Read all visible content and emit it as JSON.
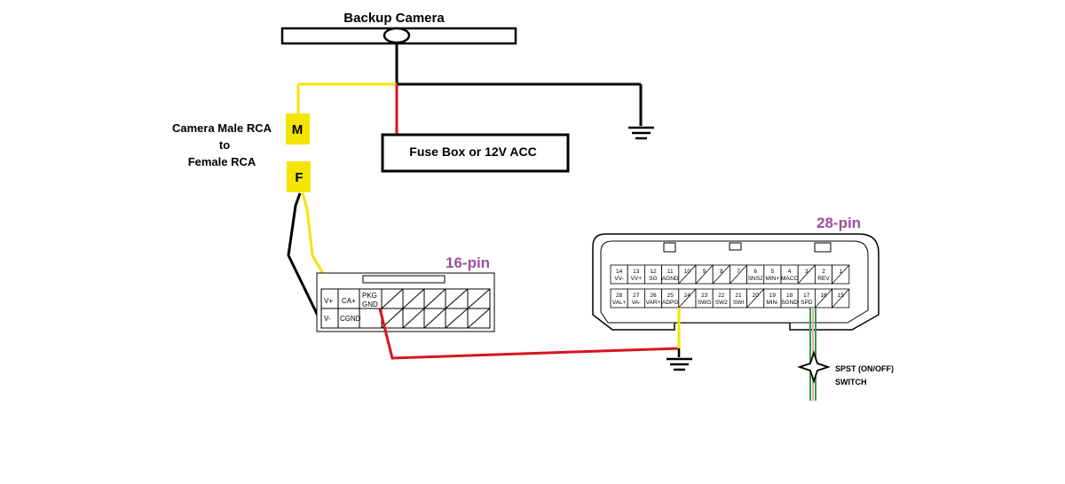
{
  "camera": {
    "title": "Backup Camera"
  },
  "rca": {
    "line1": "Camera Male RCA",
    "line2": "to",
    "line3": "Female RCA",
    "male": "M",
    "female": "F"
  },
  "fuse": {
    "label": "Fuse Box or 12V ACC"
  },
  "connector16": {
    "title": "16-pin",
    "pins": {
      "vplus": "V+",
      "vminus": "V-",
      "caplus": "CA+",
      "cgnd": "CGND",
      "pkg1": "PKG",
      "pkg2": "GND"
    }
  },
  "connector28": {
    "title": "28-pin",
    "top_row": [
      {
        "num": "14",
        "name": "VV-"
      },
      {
        "num": "13",
        "name": "VV+"
      },
      {
        "num": "12",
        "name": "SG"
      },
      {
        "num": "11",
        "name": "AGND"
      },
      {
        "num": "10",
        "name": ""
      },
      {
        "num": "9",
        "name": ""
      },
      {
        "num": "8",
        "name": ""
      },
      {
        "num": "7",
        "name": ""
      },
      {
        "num": "6",
        "name": "SNS2"
      },
      {
        "num": "5",
        "name": "MIN+"
      },
      {
        "num": "4",
        "name": "MACC"
      },
      {
        "num": "3",
        "name": ""
      },
      {
        "num": "2",
        "name": "REV"
      },
      {
        "num": "1",
        "name": ""
      }
    ],
    "bottom_row": [
      {
        "num": "28",
        "name": "VAL+"
      },
      {
        "num": "27",
        "name": "VA-"
      },
      {
        "num": "26",
        "name": "VAR+"
      },
      {
        "num": "25",
        "name": "ADPG"
      },
      {
        "num": "24",
        "name": ""
      },
      {
        "num": "23",
        "name": "SWG"
      },
      {
        "num": "22",
        "name": "SW2"
      },
      {
        "num": "21",
        "name": "SWI"
      },
      {
        "num": "20",
        "name": ""
      },
      {
        "num": "19",
        "name": "MIN-"
      },
      {
        "num": "18",
        "name": "SGND"
      },
      {
        "num": "17",
        "name": "SPD"
      },
      {
        "num": "16",
        "name": ""
      },
      {
        "num": "15",
        "name": ""
      }
    ]
  },
  "switch": {
    "line1": "SPST (ON/OFF)",
    "line2": "SWITCH"
  },
  "colors": {
    "wire_black": "#000000",
    "wire_red": "#d7141f",
    "wire_yellow": "#f5e400",
    "label_purple": "#9b4f9e",
    "rca_fill": "#f5e400",
    "switch_wire_green": "#3a9a3a",
    "switch_wire_pink": "#e8a3c6"
  }
}
